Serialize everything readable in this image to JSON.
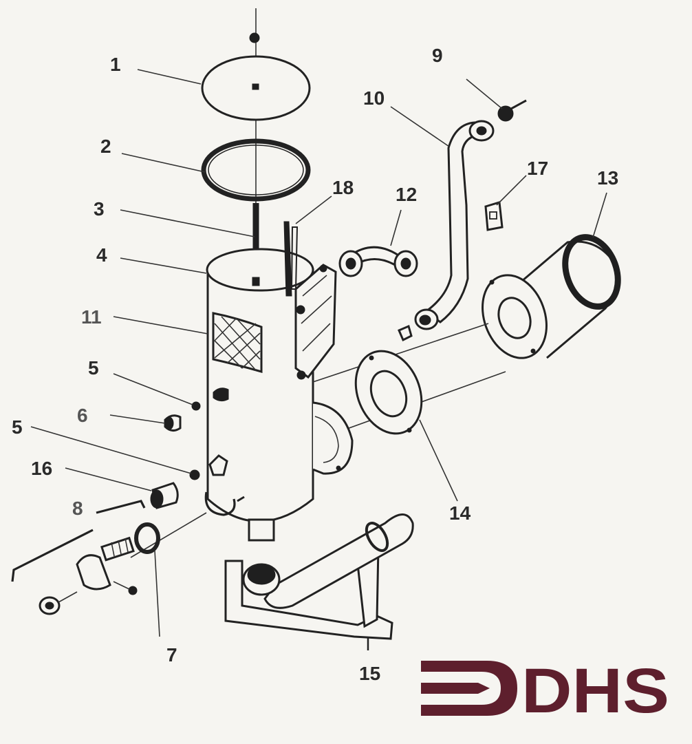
{
  "diagram": {
    "part_numbers": [
      "1",
      "2",
      "3",
      "4",
      "11",
      "5",
      "6",
      "5",
      "16",
      "8",
      "7",
      "18",
      "12",
      "10",
      "9",
      "17",
      "13",
      "14",
      "15"
    ]
  },
  "logo": {
    "text": "DHS",
    "color": "#5e1f2d"
  },
  "colors": {
    "ink": "#222222",
    "paper": "#f6f5f1",
    "brand": "#5e1f2d"
  }
}
